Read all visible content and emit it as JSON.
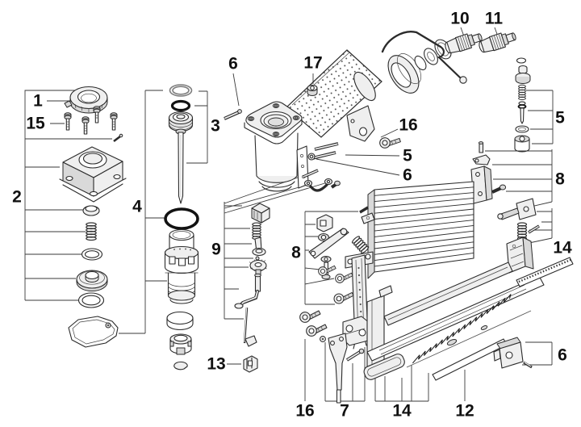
{
  "diagram": {
    "background_color": "#ffffff",
    "line_color": "#2b2b2b",
    "label_color": "#111111",
    "part_numbers": [
      "1",
      "2",
      "3",
      "4",
      "5",
      "6",
      "7",
      "8",
      "9",
      "10",
      "11",
      "12",
      "13",
      "14",
      "15",
      "16",
      "17"
    ],
    "labels": {
      "l1": "1",
      "l15": "15",
      "l2": "2",
      "l3": "3",
      "l4": "4",
      "l6_top": "6",
      "l17": "17",
      "l10": "10",
      "l11": "11",
      "l16_right": "16",
      "l5_right": "5",
      "l5_center": "5",
      "l6_center": "6",
      "l8_right": "8",
      "l14_right": "14",
      "l9": "9",
      "l8_center": "8",
      "l13": "13",
      "l16_bottom": "16",
      "l7": "7",
      "l14_bottom": "14",
      "l12": "12",
      "l6_bottom": "6"
    }
  }
}
